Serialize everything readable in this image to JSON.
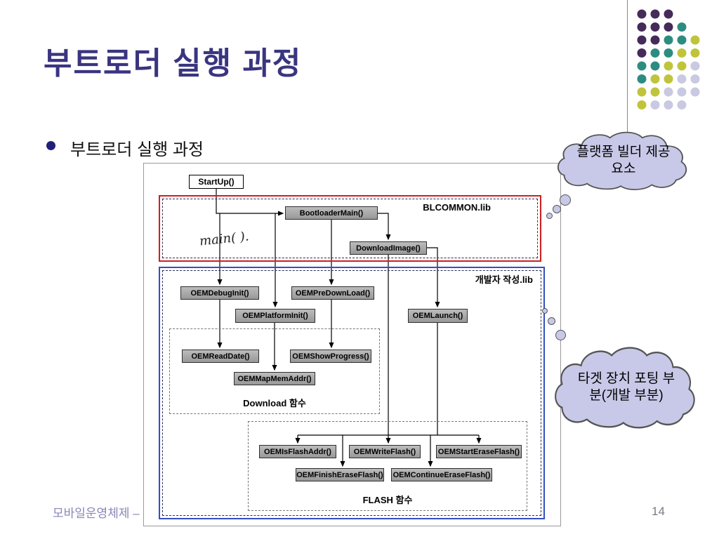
{
  "slide": {
    "title": "부트로더 실행 과정",
    "bullet_text": "부트로더 실행 과정",
    "footer": "모바일운영체제 –",
    "page_number": "14"
  },
  "diagram": {
    "startup_label": "StartUp()",
    "handwritten_note": "main( ).",
    "blcommon_label": "BLCOMMON.lib",
    "developer_lib_label": "개발자 작성.lib",
    "download_group_label": "Download 함수",
    "flash_group_label": "FLASH 함수",
    "nodes": {
      "bootloader_main": "BootloaderMain()",
      "download_image": "DownloadImage()",
      "oem_debug_init": "OEMDebugInit()",
      "oem_pre_download": "OEMPreDownLoad()",
      "oem_platform_init": "OEMPlatformInit()",
      "oem_launch": "OEMLaunch()",
      "oem_read_date": "OEMReadDate()",
      "oem_show_progress": "OEMShowProgress()",
      "oem_map_mem_addr": "OEMMapMemAddr()",
      "oem_is_flash_addr": "OEMIsFlashAddr()",
      "oem_write_flash": "OEMWriteFlash()",
      "oem_start_erase_flash": "OEMStartEraseFlash()",
      "oem_finish_erase_flash": "OEMFinishEraseFlash()",
      "oem_continue_erase_flash": "OEMContinueEraseFlash()"
    }
  },
  "callouts": {
    "platform_builder": "플랫폼 빌더 제공 요소",
    "target_porting": "타겟 장치 포팅 부분(개발 부분)"
  },
  "colors": {
    "title_color": "#3a3580",
    "blcommon_border": "#cf1f1f",
    "developer_border": "#3350c0",
    "node_fill": "#a9a9a9",
    "cloud_fill": "#c8c9e8"
  },
  "decoration": {
    "dot_palette": {
      "P": "#452a5a",
      "T": "#2d8c80",
      "Y": "#c0c43a",
      "L": "#c9c9e2"
    },
    "dot_rows": [
      "PPP..",
      "PPPT.",
      "PPTTY",
      "PTTYY",
      "TTYYL",
      "TYYLL",
      "YYLLL",
      "YLLL."
    ]
  }
}
